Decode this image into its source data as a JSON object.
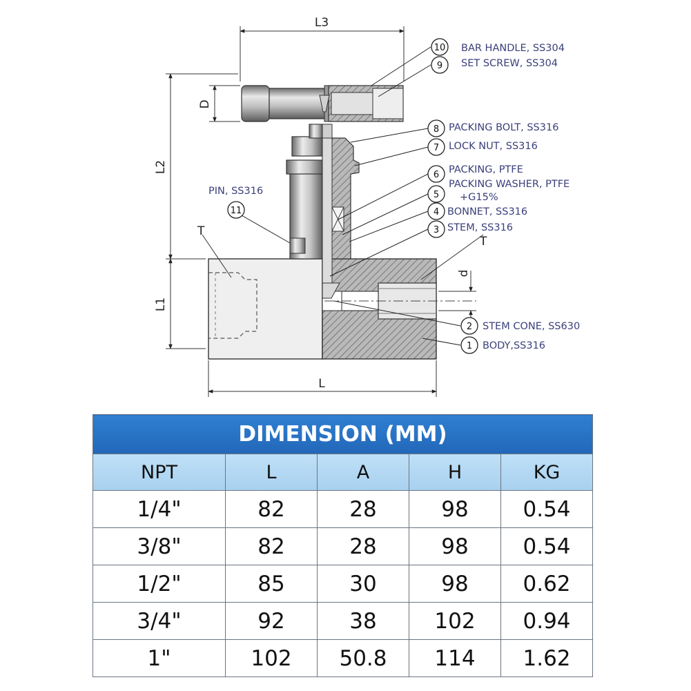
{
  "drawing": {
    "dimensions": {
      "L3": "L3",
      "L2": "L2",
      "L1": "L1",
      "L": "L",
      "D": "D",
      "d": "d",
      "T_left": "T",
      "T_right": "T"
    },
    "callouts": [
      {
        "number": "10",
        "label": "BAR HANDLE, SS304"
      },
      {
        "number": "9",
        "label": "SET SCREW, SS304"
      },
      {
        "number": "8",
        "label": "PACKING BOLT, SS316"
      },
      {
        "number": "7",
        "label": "LOCK NUT, SS316"
      },
      {
        "number": "6",
        "label": "PACKING, PTFE"
      },
      {
        "number": "5",
        "label": "PACKING WASHER, PTFE",
        "label2": "+G15%"
      },
      {
        "number": "4",
        "label": "BONNET, SS316"
      },
      {
        "number": "3",
        "label": "STEM, SS316"
      },
      {
        "number": "2",
        "label": "STEM CONE, SS630"
      },
      {
        "number": "1",
        "label": "BODY,SS316"
      },
      {
        "number": "11",
        "label": "PIN, SS316"
      }
    ]
  },
  "table": {
    "title": "DIMENSION (MM)",
    "headers": [
      "NPT",
      "L",
      "A",
      "H",
      "KG"
    ],
    "rows": [
      [
        "1/4\"",
        "82",
        "28",
        "98",
        "0.54"
      ],
      [
        "3/8\"",
        "82",
        "28",
        "98",
        "0.54"
      ],
      [
        "1/2\"",
        "85",
        "30",
        "98",
        "0.62"
      ],
      [
        "3/4\"",
        "92",
        "38",
        "102",
        "0.94"
      ],
      [
        "1\"",
        "102",
        "50.8",
        "114",
        "1.62"
      ]
    ]
  },
  "colors": {
    "title_bg": "#2a73c6",
    "header_bg": "#b5d8f3",
    "callout_text": "#3a3f7a",
    "border": "#6a7480"
  }
}
